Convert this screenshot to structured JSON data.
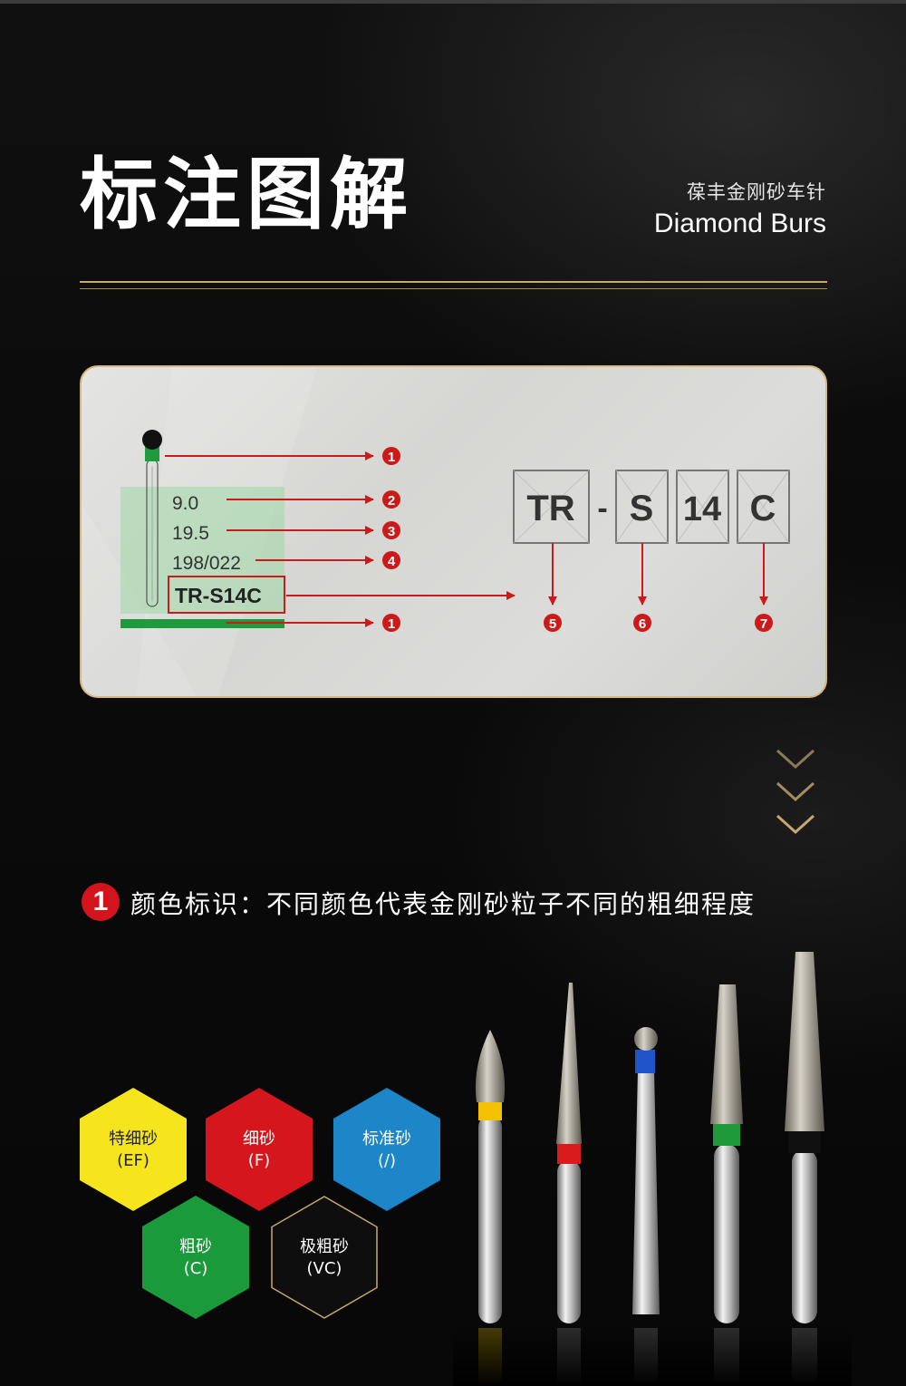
{
  "header": {
    "title": "标注图解",
    "subtitle_cn": "葆丰金刚砂车针",
    "subtitle_en": "Diamond Burs"
  },
  "diagram": {
    "package_values": [
      "9.0",
      "19.5",
      "198/022"
    ],
    "package_code": "TR-S14C",
    "code_parts": [
      "TR",
      "-",
      "S",
      "14",
      "C"
    ],
    "left_markers": [
      "❶",
      "❷",
      "❸",
      "❹",
      "❶"
    ],
    "right_markers": [
      "❺",
      "❻",
      "❼"
    ],
    "colors": {
      "green": "#1e9b3c",
      "red": "#cc1a1a",
      "gold": "#d8b77c"
    }
  },
  "section1": {
    "number": "1",
    "text": "颜色标识：不同颜色代表金刚砂粒子不同的粗细程度"
  },
  "grits": [
    {
      "name": "特细砂",
      "code": "(EF)",
      "color": "#f6e51c",
      "text_color": "#222222"
    },
    {
      "name": "细砂",
      "code": "(F)",
      "color": "#d5171d",
      "text_color": "#ffffff"
    },
    {
      "name": "标准砂",
      "code": "(/)",
      "color": "#1c86c8",
      "text_color": "#ffffff"
    },
    {
      "name": "粗砂",
      "code": "(C)",
      "color": "#1a9a3a",
      "text_color": "#ffffff"
    },
    {
      "name": "极粗砂",
      "code": "(VC)",
      "color": "#111111",
      "text_color": "#ffffff"
    }
  ],
  "burs": [
    {
      "shape": "flame",
      "band_color": "#f2c200"
    },
    {
      "shape": "needle",
      "band_color": "#d81c1c"
    },
    {
      "shape": "ball",
      "band_color": "#1f55c8"
    },
    {
      "shape": "taper",
      "band_color": "#1f9a3a"
    },
    {
      "shape": "wide-taper",
      "band_color": "#101010"
    }
  ]
}
